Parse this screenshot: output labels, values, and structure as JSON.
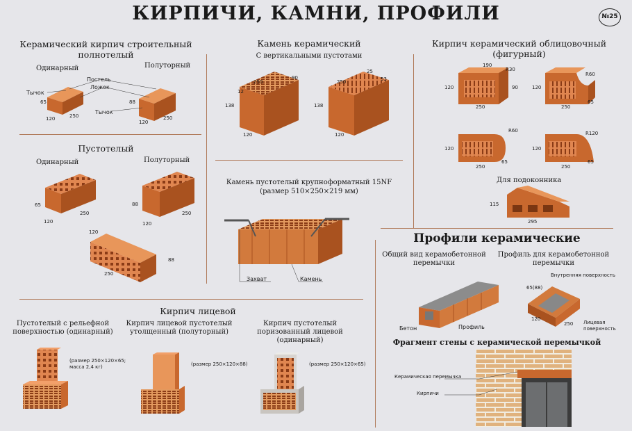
{
  "title": "КИРПИЧИ, КАМНИ, ПРОФИЛИ",
  "badge": "№25",
  "solid": {
    "heading": "Керамический кирпич строительный полнотелый",
    "single_label": "Одинарный",
    "half_label": "Полуторный",
    "part_labels": {
      "bed": "Постель",
      "spoon": "Ложок",
      "poke_left": "Тычок",
      "poke_right": "Тычок"
    },
    "dims_single": {
      "h": "65",
      "w": "120",
      "l": "250"
    },
    "dims_half": {
      "h": "88",
      "w": "120",
      "l": "250"
    }
  },
  "hollow": {
    "heading": "Пустотелый",
    "single_label": "Одинарный",
    "half_label": "Полуторный",
    "dims_single": {
      "h": "65",
      "w": "120",
      "l": "250"
    },
    "dims_half": {
      "h": "88",
      "w": "120",
      "l": "250"
    },
    "dims_lying": {
      "w": "120",
      "l": "250",
      "h": "88"
    }
  },
  "stone": {
    "heading": "Камень керамический",
    "subheading": "С вертикальными пустотами",
    "dims_a": {
      "a": "12",
      "b": "250",
      "c": "90",
      "h": "138",
      "w": "120"
    },
    "dims_b": {
      "a": "250",
      "b": "25",
      "c": "53",
      "h": "138",
      "w": "120"
    }
  },
  "large_stone": {
    "heading": "Камень пустотелый крупноформатный 15NF",
    "size": "(размер 510×250×219 мм)",
    "grip_label": "Захват",
    "stone_label": "Камень"
  },
  "facing_shaped": {
    "heading": "Кирпич керамический облицовочный (фигурный)",
    "dims": {
      "a_top": "190",
      "a_r": "R30",
      "a_h": "120",
      "a_d": "90",
      "a_w": "250",
      "b_r": "R60",
      "b_h": "120",
      "b_w": "250",
      "b_d": "65",
      "c_r": "R60",
      "c_h": "120",
      "c_w": "250",
      "c_d": "65",
      "d_r": "R120",
      "d_h": "120",
      "d_w": "250",
      "d_d": "65"
    },
    "sill_label": "Для подоконника",
    "sill_h": "115",
    "sill_w": "295"
  },
  "profiles": {
    "heading": "Профили керамические",
    "general_view": "Общий вид керамобетонной перемычки",
    "profile_for": "Профиль для керамобетонной перемычки",
    "concrete": "Бетон",
    "profile": "Профиль",
    "inner_surface": "Внутренняя поверхность",
    "face_surface": "Лицевая поверхность",
    "dims": {
      "a": "65(88)",
      "b": "120",
      "c": "250"
    }
  },
  "wall": {
    "heading": "Фрагмент стены с керамической перемычкой",
    "lintel_label": "Керамическая перемычка",
    "bricks_label": "Кирпичи"
  },
  "face_brick": {
    "heading": "Кирпич лицевой",
    "a_title": "Пустотелый с рельефной поверхностью (одинарный)",
    "a_size": "(размер 250×120×65; масса 2,4 кг)",
    "b_title": "Кирпич лицевой пустотелый утолщенный (полуторный)",
    "b_size": "(размер 250×120×88)",
    "c_title": "Кирпич пустотелый поризованный лицевой (одинарный)",
    "c_size": "(размер 250×120×65)"
  },
  "colors": {
    "brick_top": "#e8965a",
    "brick_front": "#c8682e",
    "brick_side": "#a9521f",
    "rule": "#b07a5a"
  }
}
